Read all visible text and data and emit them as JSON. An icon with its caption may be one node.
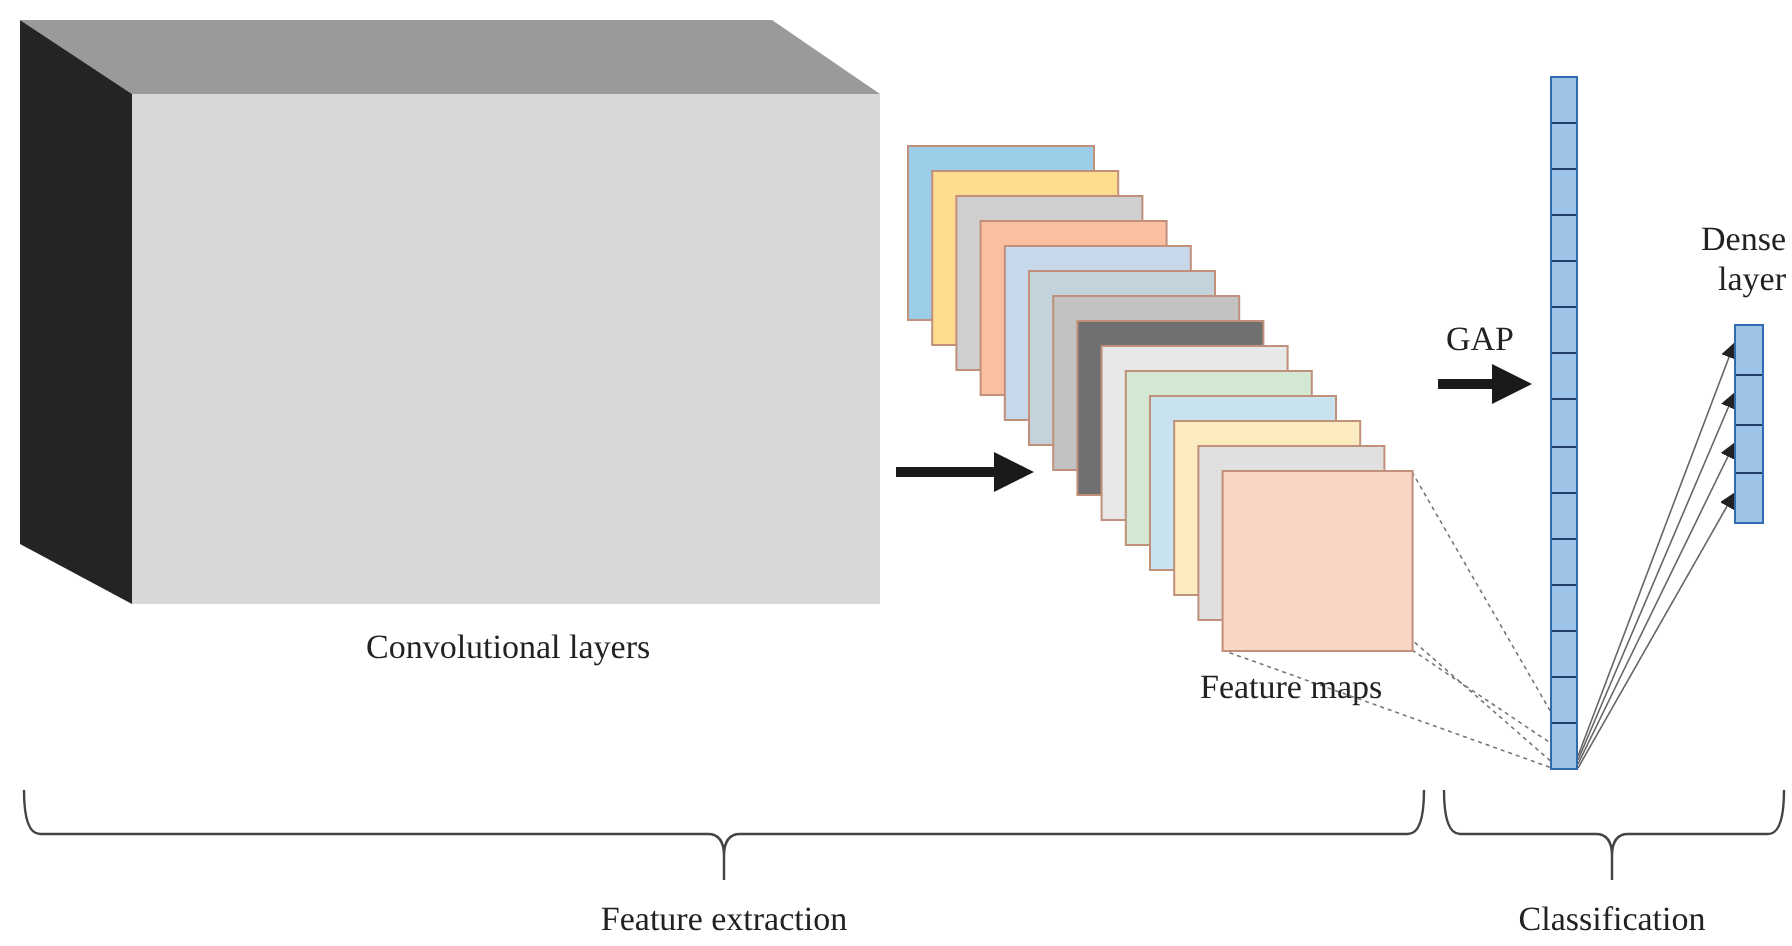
{
  "diagram": {
    "nodes": [
      {
        "text": [
          "Convolutional layers"
        ]
      },
      {
        "text": [
          "Feature maps"
        ]
      },
      {
        "text": [],
        "shape": "bar"
      },
      {
        "text": [],
        "shape": "bar",
        "beside": [
          "Dense layer"
        ]
      }
    ],
    "edges": [
      {
        "from": 0,
        "to": 1,
        "arrow": "to",
        "style": "thick"
      },
      {
        "from": 1,
        "to": 2,
        "arrow": "to",
        "label": "GAP",
        "style": "thick"
      },
      {
        "from": 1,
        "to": 2,
        "arrow": "none",
        "style": "dashed"
      },
      {
        "from": 2,
        "to": 3,
        "arrow": "to"
      },
      {
        "from": 2,
        "to": 3,
        "arrow": "to"
      },
      {
        "from": 2,
        "to": 3,
        "arrow": "to"
      },
      {
        "from": 2,
        "to": 3,
        "arrow": "to"
      }
    ],
    "labels": [
      "Feature extraction",
      "Classification"
    ]
  }
}
